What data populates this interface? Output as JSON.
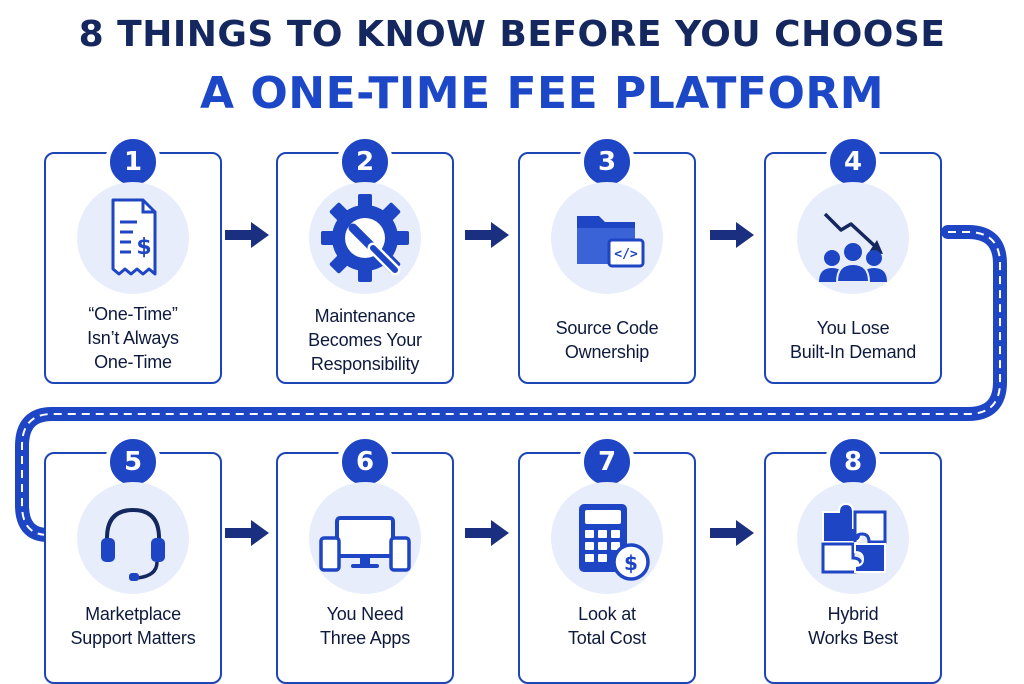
{
  "title": {
    "line1": "8 THINGS TO KNOW BEFORE YOU CHOOSE",
    "line2": "A ONE-TIME FEE PLATFORM"
  },
  "colors": {
    "primary": "#1d45c4",
    "title_dark": "#14285f",
    "icon_bg": "#e8edfb",
    "arrow": "#1a2f80"
  },
  "steps": [
    {
      "number": "1",
      "icon": "receipt-dollar-icon",
      "label_lines": [
        "“One-Time”",
        "Isn’t Always",
        "One-Time"
      ]
    },
    {
      "number": "2",
      "icon": "gear-wrench-icon",
      "label_lines": [
        "Maintenance",
        "Becomes Your",
        "Responsibility"
      ]
    },
    {
      "number": "3",
      "icon": "folder-code-icon",
      "label_lines": [
        "Source Code",
        "Ownership"
      ]
    },
    {
      "number": "4",
      "icon": "users-decline-icon",
      "label_lines": [
        "You Lose",
        "Built-In Demand"
      ]
    },
    {
      "number": "5",
      "icon": "headset-icon",
      "label_lines": [
        "Marketplace",
        "Support Matters"
      ]
    },
    {
      "number": "6",
      "icon": "devices-icon",
      "label_lines": [
        "You Need",
        "Three Apps"
      ]
    },
    {
      "number": "7",
      "icon": "calculator-dollar-icon",
      "label_lines": [
        "Look at",
        "Total Cost"
      ]
    },
    {
      "number": "8",
      "icon": "puzzle-icon",
      "label_lines": [
        "Hybrid",
        "Works Best"
      ]
    }
  ]
}
